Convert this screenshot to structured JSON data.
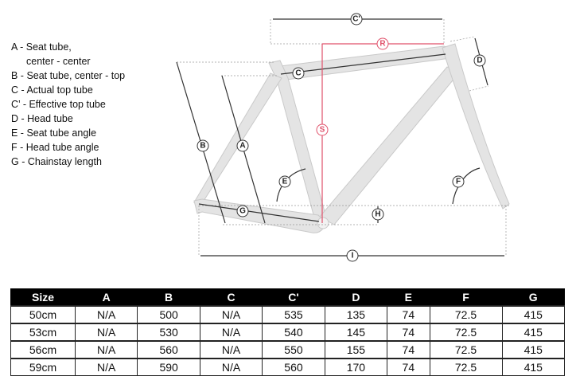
{
  "legend": [
    {
      "key": "A",
      "label": "A - Seat tube,",
      "cont": "center - center"
    },
    {
      "key": "B",
      "label": "B - Seat tube, center - top"
    },
    {
      "key": "C",
      "label": "C - Actual top tube"
    },
    {
      "key": "C'",
      "label": "C’ - Effective top tube"
    },
    {
      "key": "D",
      "label": "D - Head tube"
    },
    {
      "key": "E",
      "label": "E - Seat tube angle"
    },
    {
      "key": "F",
      "label": "F - Head tube angle"
    },
    {
      "key": "G",
      "label": "G - Chainstay length"
    }
  ],
  "diagram": {
    "markers": {
      "c_prime": "C'",
      "r": "R",
      "c": "C",
      "d": "D",
      "s": "S",
      "b": "B",
      "a": "A",
      "e": "E",
      "f": "F",
      "g": "G",
      "h": "H",
      "i": "I"
    },
    "colors": {
      "frame": "#e3e3e3",
      "frame_outline": "#c8c8c8",
      "dimension": "#333333",
      "reach_stack": "#e0506a"
    }
  },
  "table": {
    "headers": [
      "Size",
      "A",
      "B",
      "C",
      "C'",
      "D",
      "E",
      "F",
      "G"
    ],
    "rows": [
      [
        "50cm",
        "N/A",
        "500",
        "N/A",
        "535",
        "135",
        "74",
        "72.5",
        "415"
      ],
      [
        "53cm",
        "N/A",
        "530",
        "N/A",
        "540",
        "145",
        "74",
        "72.5",
        "415"
      ],
      [
        "56cm",
        "N/A",
        "560",
        "N/A",
        "550",
        "155",
        "74",
        "72.5",
        "415"
      ],
      [
        "59cm",
        "N/A",
        "590",
        "N/A",
        "560",
        "170",
        "74",
        "72.5",
        "415"
      ]
    ]
  }
}
